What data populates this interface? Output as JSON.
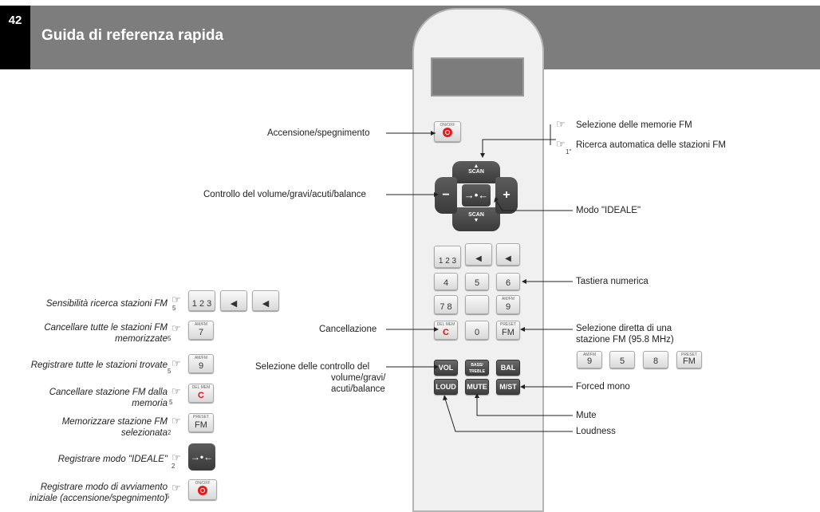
{
  "header": {
    "page_number": "42",
    "title": "Guida di referenza rapida"
  },
  "labels": {
    "power": "Accensione/spegnimento",
    "volume": "Controllo del volume/gravi/acuti/balance",
    "fm_memory": "Selezione delle memorie FM",
    "auto_search": "Ricerca automatica delle stazioni FM",
    "ideal_mode": "Modo \"IDEALE\"",
    "numeric": "Tastiera numerica",
    "cancel": "Cancellazione",
    "direct_fm": [
      "Selezione diretta di una",
      "stazione FM (95.8 MHz)"
    ],
    "vol_select": [
      "Selezione delle controllo del",
      "volume/gravi/",
      "acuti/balance"
    ],
    "forced_mono": "Forced mono",
    "mute": "Mute",
    "loudness": "Loudness"
  },
  "left_column": [
    {
      "text": [
        "Sensibilità ricerca stazioni FM"
      ],
      "hold": "5"
    },
    {
      "text": [
        "Cancellare tutte le stazioni FM",
        "memorizzate"
      ],
      "hold": "5"
    },
    {
      "text": [
        "Registrare tutte le stazioni trovate"
      ],
      "hold": "5"
    },
    {
      "text": [
        "Cancellare stazione FM dalla",
        "memoria"
      ],
      "hold": "5"
    },
    {
      "text": [
        "Memorizzare stazione FM",
        "selezionata"
      ],
      "hold": "2"
    },
    {
      "text": [
        "Registrare modo \"IDEALE\""
      ],
      "hold": "2"
    },
    {
      "text": [
        "Registrare modo di avviamento",
        "iniziale (accensione/spegnimento)"
      ],
      "hold": "5"
    }
  ],
  "hand_marker_small": "1\"",
  "keys": {
    "k123": "1 2 3",
    "k4": "4",
    "k5": "5",
    "k6": "6",
    "k78": "7 8",
    "k9": "9",
    "k7": "7",
    "kC": "C",
    "k0": "0",
    "kFM": "FM",
    "k8": "8",
    "scan": "SCAN",
    "minus": "−",
    "plus": "+",
    "vol": "VOL",
    "bass": "BASS/ TREBLE",
    "bal": "BAL",
    "loud": "LOUD",
    "mute": "MUTE",
    "mst": "M/ST"
  }
}
